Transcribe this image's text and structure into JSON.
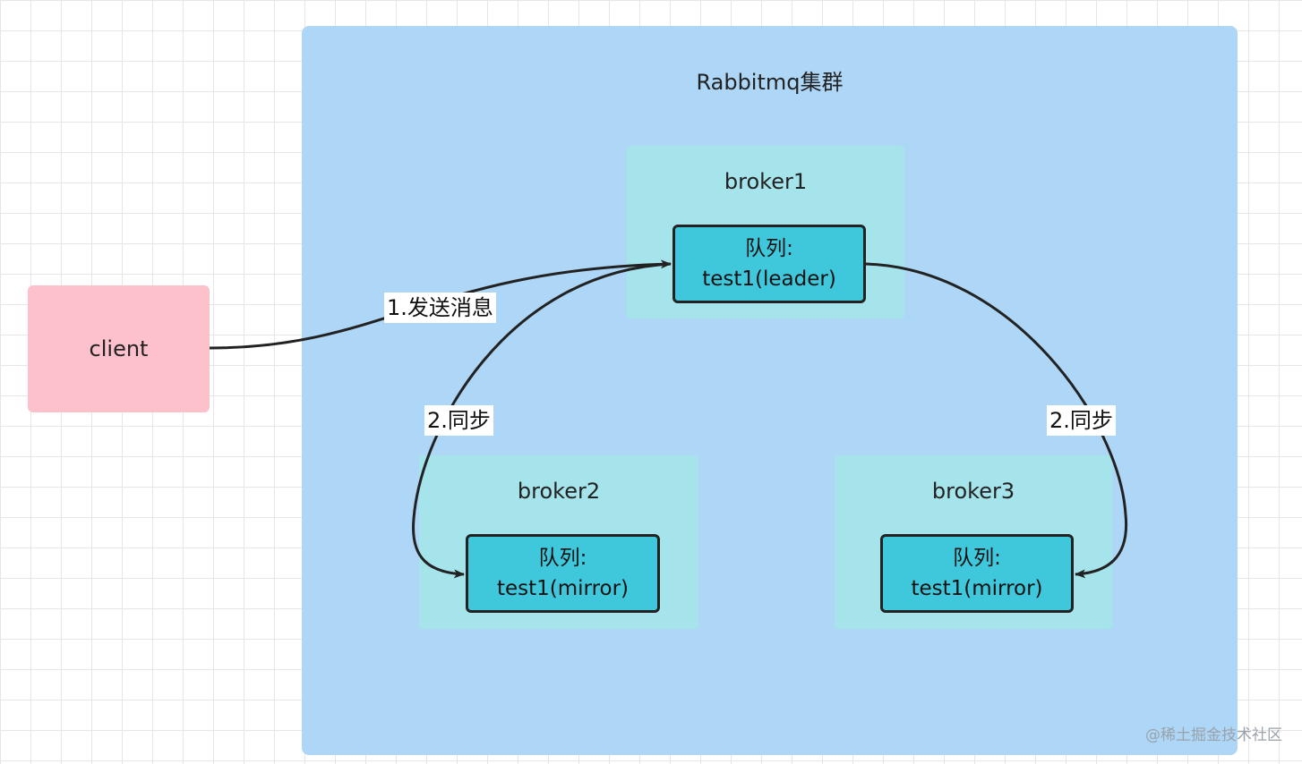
{
  "cluster": {
    "title": "Rabbitmq集群"
  },
  "client": {
    "label": "client"
  },
  "brokers": [
    {
      "label": "broker1",
      "queue_title": "队列:",
      "queue_name": "test1(leader)"
    },
    {
      "label": "broker2",
      "queue_title": "队列:",
      "queue_name": "test1(mirror)"
    },
    {
      "label": "broker3",
      "queue_title": "队列:",
      "queue_name": "test1(mirror)"
    }
  ],
  "edges": {
    "send": "1.发送消息",
    "sync_left": "2.同步",
    "sync_right": "2.同步"
  },
  "watermark": "@稀土掘金技术社区",
  "colors": {
    "cluster": "#aed6f6",
    "broker": "#a6e4ec",
    "queue": "#3fc8dc",
    "client": "#fdc1cc",
    "edge": "#222222"
  }
}
